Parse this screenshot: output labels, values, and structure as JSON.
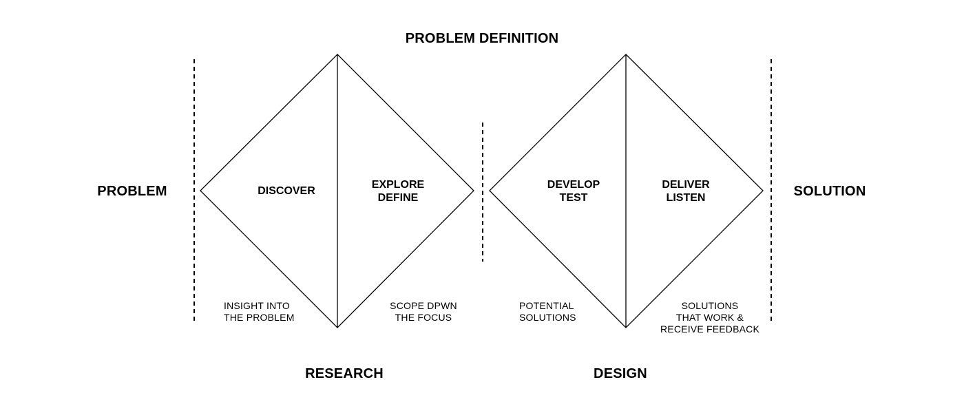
{
  "header": {
    "title": "PROBLEM DEFINITION"
  },
  "ends": {
    "left": "PROBLEM",
    "right": "SOLUTION"
  },
  "stages": {
    "discover": [
      "DISCOVER"
    ],
    "explore_define": [
      "EXPLORE",
      "DEFINE"
    ],
    "develop_test": [
      "DEVELOP",
      "TEST"
    ],
    "deliver_listen": [
      "DELIVER",
      "LISTEN"
    ]
  },
  "notes": {
    "insight": [
      "INSIGHT INTO",
      "THE PROBLEM"
    ],
    "scope": [
      "SCOPE DPWN",
      "THE FOCUS"
    ],
    "potential": [
      "POTENTIAL",
      "SOLUTIONS"
    ],
    "solutions": [
      "SOLUTIONS",
      "THAT WORK &",
      "RECEIVE FEEDBACK"
    ]
  },
  "phases": {
    "research": "RESEARCH",
    "design": "DESIGN"
  },
  "colors": {
    "stroke": "#000000",
    "background": "#ffffff"
  }
}
